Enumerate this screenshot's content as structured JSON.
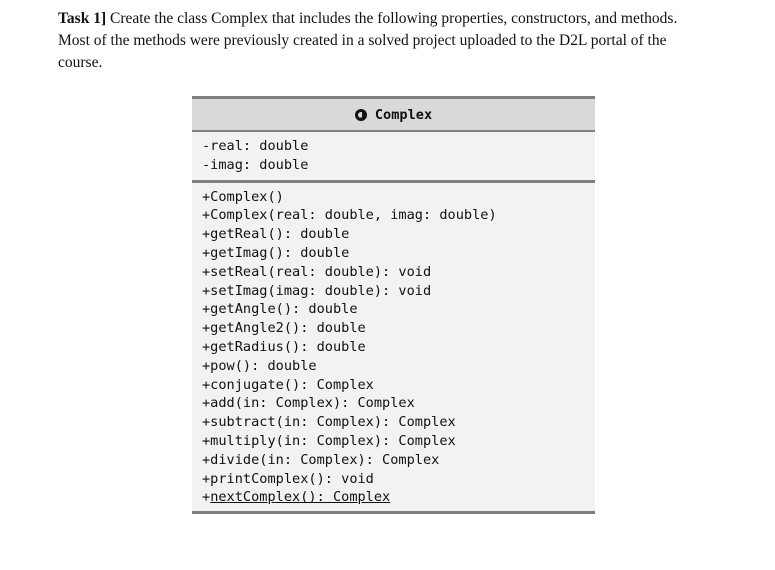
{
  "task": {
    "label": "Task 1]",
    "line1_rest": " Create the class Complex that includes the following properties, constructors, and methods.",
    "line2": "Most of the methods were previously created in a solved project uploaded to the D2L portal of the",
    "line3": "course."
  },
  "uml_class": {
    "icon": "class-icon",
    "name": "Complex",
    "attributes": [
      "-real: double",
      "-imag: double"
    ],
    "methods": [
      "+Complex()",
      "+Complex(real: double, imag: double)",
      "+getReal(): double",
      "+getImag(): double",
      "+setReal(real: double): void",
      "+setImag(imag: double): void",
      "+getAngle(): double",
      "+getAngle2(): double",
      "+getRadius(): double",
      "+pow(): double",
      "+conjugate(): Complex",
      "+add(in: Complex): Complex",
      "+subtract(in: Complex): Complex",
      "+multiply(in: Complex): Complex",
      "+divide(in: Complex): Complex",
      "+printComplex(): void"
    ],
    "static_method": {
      "visibility": "+",
      "signature": "nextComplex(): Complex"
    }
  },
  "colors": {
    "header_bg": "#d9d9d9",
    "body_bg": "#f2f2f2",
    "border": "#808080"
  }
}
